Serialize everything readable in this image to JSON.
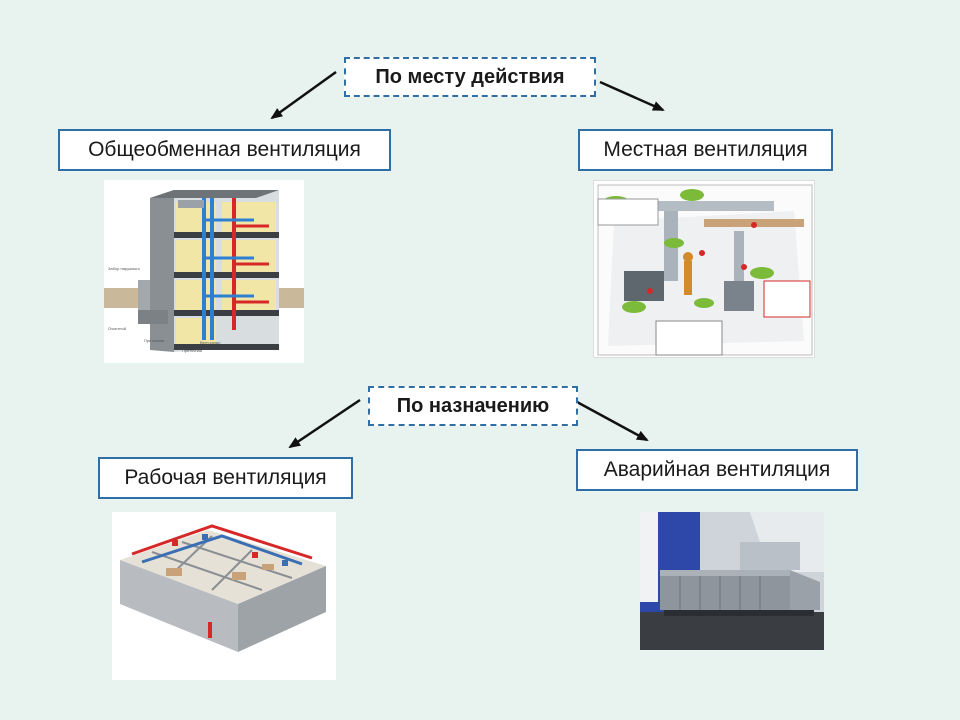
{
  "diagram": {
    "category_place": "По месту действия",
    "category_purpose": "По назначению",
    "general_ventilation": "Общеобменная вентиляция",
    "local_ventilation": "Местная вентиляция",
    "working_ventilation": "Рабочая вентиляция",
    "emergency_ventilation": "Аварийная вентиляция"
  },
  "colors": {
    "background": "#e8f2ef",
    "box_border": "#2f6fa6",
    "arrow": "#111111"
  },
  "images": {
    "general": "building-ventilation-diagram",
    "local": "workshop-local-exhaust-diagram",
    "working": "office-floor-ventilation-model",
    "emergency": "industrial-air-handling-unit-photo"
  }
}
